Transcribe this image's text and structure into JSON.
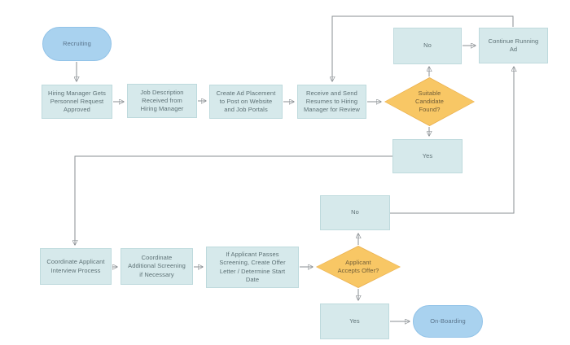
{
  "diagram": {
    "type": "flowchart",
    "subject": "Recruiting process",
    "colors": {
      "background": "#ffffff",
      "process_fill": "#d6e9eb",
      "process_border": "#bedadd",
      "terminator_fill": "#a9d2ef",
      "terminator_border": "#92c3e8",
      "decision_fill": "#f8c765",
      "decision_border": "#eaaf4c",
      "connector": "#8a8f93",
      "arrowhead": "#5f6468"
    },
    "nodes": {
      "recruiting": {
        "type": "terminator",
        "label": "Recruiting"
      },
      "request_approved": {
        "type": "process",
        "label": "Hiring Manager Gets\nPersonnel Request\nApproved"
      },
      "job_description": {
        "type": "process",
        "label": "Job Description\nReceived from\nHiring Manager"
      },
      "create_ad": {
        "type": "process",
        "label": "Create Ad Placement\nto Post on Website\nand Job Portals"
      },
      "receive_resumes": {
        "type": "process",
        "label": "Receive and Send\nResumes to Hiring\nManager for Review"
      },
      "suitable_candidate": {
        "type": "decision",
        "label": "Suitable\nCandidate\nFound?"
      },
      "no_candidate": {
        "type": "process",
        "label": "No"
      },
      "continue_ad": {
        "type": "process",
        "label": "Continue Running\nAd"
      },
      "yes_candidate": {
        "type": "process",
        "label": "Yes"
      },
      "interview_process": {
        "type": "process",
        "label": "Coordinate Applicant\nInterview Process"
      },
      "additional_screening": {
        "type": "process",
        "label": "Coordinate\nAdditional Screening\nif Necessary"
      },
      "offer_letter": {
        "type": "process",
        "label": "If Applicant Passes\nScreening, Create Offer\nLetter / Determine Start\nDate"
      },
      "accepts_offer": {
        "type": "decision",
        "label": "Applicant\nAccepts Offer?"
      },
      "no_offer": {
        "type": "process",
        "label": "No"
      },
      "yes_offer": {
        "type": "process",
        "label": "Yes"
      },
      "onboarding": {
        "type": "terminator",
        "label": "On-Boarding"
      }
    },
    "edges": [
      {
        "from": "recruiting",
        "to": "request_approved"
      },
      {
        "from": "request_approved",
        "to": "job_description"
      },
      {
        "from": "job_description",
        "to": "create_ad"
      },
      {
        "from": "create_ad",
        "to": "receive_resumes"
      },
      {
        "from": "receive_resumes",
        "to": "suitable_candidate"
      },
      {
        "from": "suitable_candidate",
        "to": "no_candidate"
      },
      {
        "from": "no_candidate",
        "to": "continue_ad"
      },
      {
        "from": "continue_ad",
        "to": "receive_resumes"
      },
      {
        "from": "suitable_candidate",
        "to": "yes_candidate"
      },
      {
        "from": "yes_candidate",
        "to": "interview_process"
      },
      {
        "from": "interview_process",
        "to": "additional_screening"
      },
      {
        "from": "additional_screening",
        "to": "offer_letter"
      },
      {
        "from": "offer_letter",
        "to": "accepts_offer"
      },
      {
        "from": "accepts_offer",
        "to": "no_offer"
      },
      {
        "from": "no_offer",
        "to": "continue_ad"
      },
      {
        "from": "accepts_offer",
        "to": "yes_offer"
      },
      {
        "from": "yes_offer",
        "to": "onboarding"
      }
    ]
  }
}
